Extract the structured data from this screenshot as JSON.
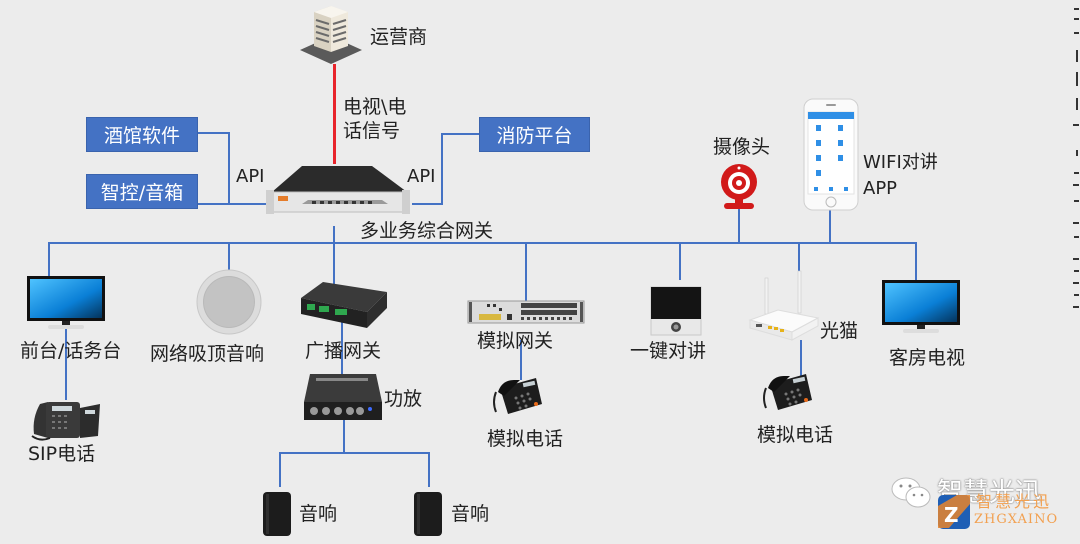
{
  "title": "多业务综合网关 网络拓扑图",
  "colors": {
    "line_blue": "#4472c4",
    "line_red": "#e8242b",
    "box_blue": "#4472c4",
    "background": "#ececec"
  },
  "nodes": {
    "carrier": {
      "label": "运营商",
      "icon": "building-icon"
    },
    "signal": {
      "label_line1": "电视\\电",
      "label_line2": "话信号"
    },
    "pms": {
      "label": "酒馆软件"
    },
    "smart": {
      "label": "智控/音箱"
    },
    "fire": {
      "label": "消防平台"
    },
    "api_left": {
      "label": "API"
    },
    "api_right": {
      "label": "API"
    },
    "gateway": {
      "label": "多业务综合网关",
      "icon": "rack-server-icon"
    },
    "camera": {
      "label": "摄像头",
      "icon": "webcam-icon"
    },
    "wifi_app": {
      "label_line1": "WIFI对讲",
      "label_line2": "APP",
      "icon": "smartphone-icon"
    },
    "front_desk": {
      "label": "前台/话务台",
      "icon": "monitor-icon"
    },
    "sip_phone": {
      "label": "SIP电话",
      "icon": "ip-phone-icon"
    },
    "ceiling_speaker": {
      "label": "网络吸顶音响",
      "icon": "ceiling-speaker-icon"
    },
    "broadcast_gw": {
      "label": "广播网关",
      "icon": "broadcast-gateway-icon"
    },
    "amplifier": {
      "label": "功放",
      "icon": "amplifier-icon"
    },
    "speaker1": {
      "label": "音响",
      "icon": "speaker-icon"
    },
    "speaker2": {
      "label": "音响",
      "icon": "speaker-icon"
    },
    "analog_gw": {
      "label": "模拟网关",
      "icon": "analog-gateway-icon"
    },
    "analog_phone1": {
      "label": "模拟电话",
      "icon": "desk-phone-icon"
    },
    "intercom": {
      "label": "一键对讲",
      "icon": "intercom-panel-icon"
    },
    "onu": {
      "label": "光猫",
      "icon": "router-icon"
    },
    "analog_phone2": {
      "label": "模拟电话",
      "icon": "desk-phone-icon"
    },
    "room_tv": {
      "label": "客房电视",
      "icon": "monitor-icon"
    }
  },
  "watermark": {
    "text": "智慧光迅",
    "logo_text": "智慧光迅",
    "logo_sub": "ZHGXAINO",
    "icon": "wechat-icon"
  }
}
